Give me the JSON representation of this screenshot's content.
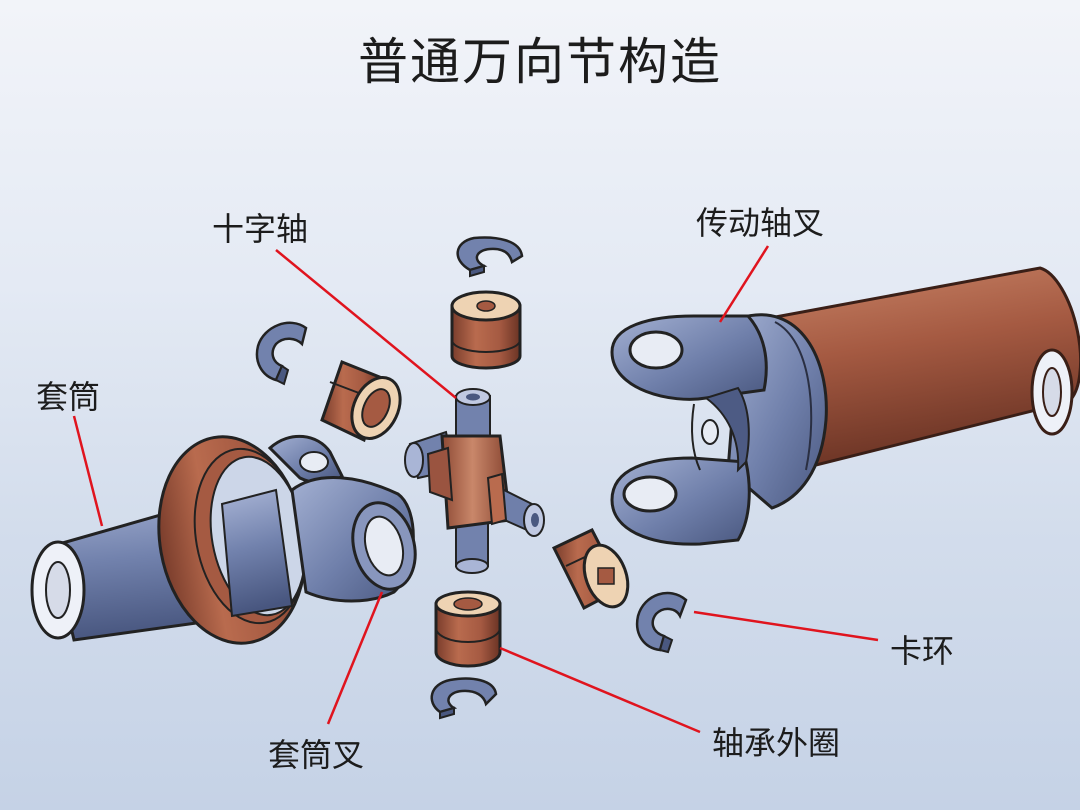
{
  "title": "普通万向节构造",
  "labels": {
    "cross_shaft": "十字轴",
    "drive_yoke": "传动轴叉",
    "sleeve": "套筒",
    "sleeve_yoke": "套筒叉",
    "snap_ring": "卡环",
    "bearing_cup": "轴承外圈"
  },
  "colors": {
    "leader_line": "#e0141e",
    "copper": "#a55a42",
    "steel": "#6f7faa",
    "bearing_face": "#eed3b3"
  }
}
